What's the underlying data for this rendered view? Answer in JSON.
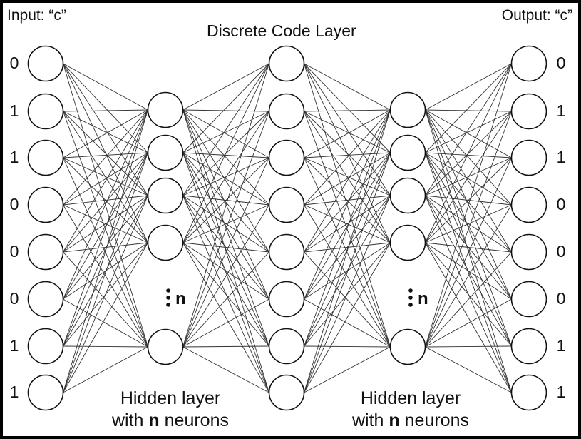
{
  "input_label": "Input: “c”",
  "output_label": "Output: “c”",
  "code_layer_label": "Discrete Code Layer",
  "input_bits": [
    "0",
    "1",
    "1",
    "0",
    "0",
    "0",
    "1",
    "1"
  ],
  "output_bits": [
    "0",
    "1",
    "1",
    "0",
    "0",
    "0",
    "1",
    "1"
  ],
  "hidden_layer_caption": {
    "line1": "Hidden layer",
    "line2_prefix": "with ",
    "line2_bold": "n",
    "line2_suffix": " neurons"
  },
  "ellipsis_label": "n",
  "network": {
    "layers": [
      {
        "name": "input-layer",
        "neurons": 8
      },
      {
        "name": "hidden-layer-1",
        "neurons": 5,
        "ellipsis_before_last": true
      },
      {
        "name": "code-layer",
        "neurons": 8
      },
      {
        "name": "hidden-layer-2",
        "neurons": 5,
        "ellipsis_before_last": true
      },
      {
        "name": "output-layer",
        "neurons": 8
      }
    ],
    "connectivity": "fully-connected",
    "edge_color": "#333333",
    "node_stroke": "#111111",
    "node_fill": "#ffffff"
  }
}
